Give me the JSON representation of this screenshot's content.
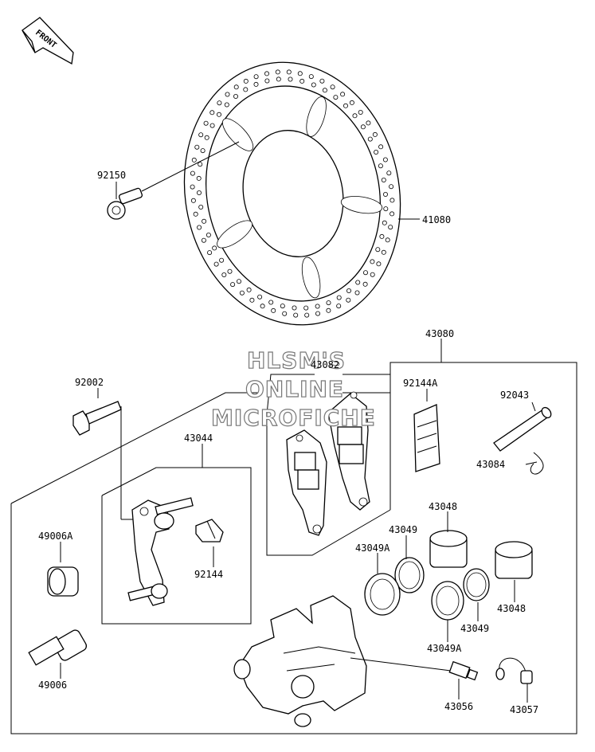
{
  "front_badge": "FRONT",
  "watermark": {
    "line1": "HLSM'S",
    "line2": "ONLINE",
    "line3": "MICROFICHE"
  },
  "labels": {
    "p92150": "92150",
    "p41080": "41080",
    "p43080": "43080",
    "p43082": "43082",
    "p92002": "92002",
    "p92144A": "92144A",
    "p92043": "92043",
    "p43084": "43084",
    "p43044": "43044",
    "p49006A": "49006A",
    "p92144": "92144",
    "p43048_top": "43048",
    "p43049_top": "43049",
    "p43049A_top": "43049A",
    "p43048_right": "43048",
    "p43049_bottom": "43049",
    "p43049A_bottom": "43049A",
    "p49006": "49006",
    "p43056": "43056",
    "p43057": "43057"
  },
  "colors": {
    "line": "#000000",
    "background": "#ffffff",
    "watermark_outline": "#777777"
  }
}
